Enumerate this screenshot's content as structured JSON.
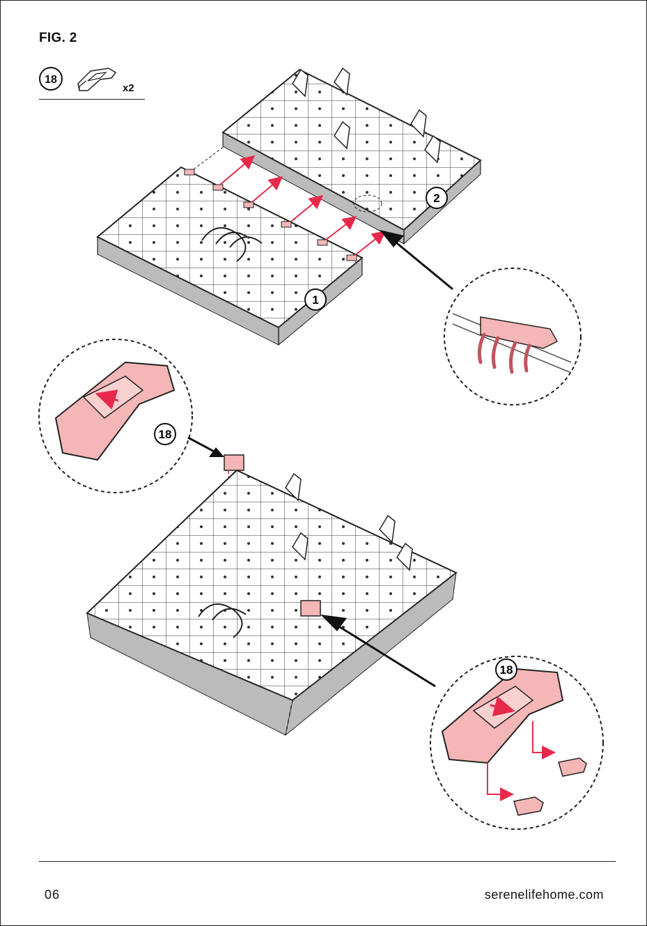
{
  "figure": {
    "title": "FIG. 2"
  },
  "parts": {
    "number": "18",
    "quantity": "x2"
  },
  "labels": {
    "panel_one": "1",
    "panel_two": "2",
    "clip_callout_left": "18",
    "clip_callout_right": "18"
  },
  "colors": {
    "accent": "#e8284a",
    "part_fill": "#f4b6b6",
    "line": "#222222"
  },
  "footer": {
    "page_number": "06",
    "website": "serenelifehome.com"
  }
}
